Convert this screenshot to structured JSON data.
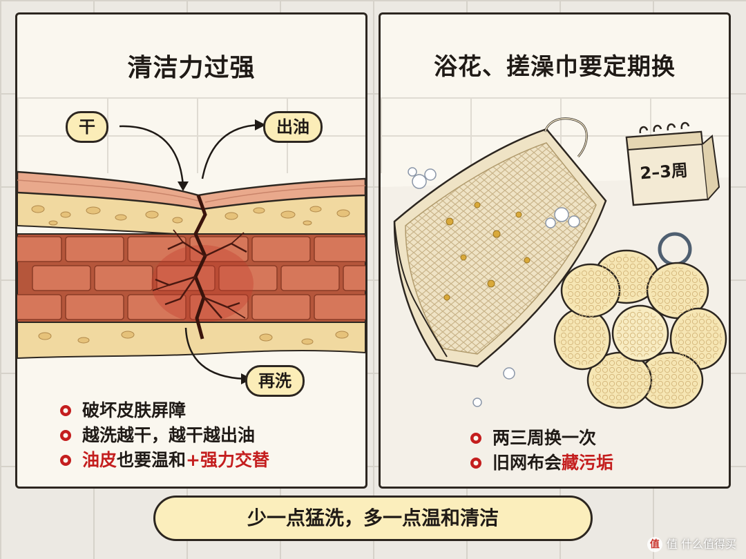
{
  "left_panel": {
    "title": "清洁力过强",
    "labels": {
      "dry": "干",
      "oil": "出油",
      "wash_again": "再洗"
    },
    "bullets": [
      {
        "text": "破坏皮肤屏障"
      },
      {
        "text": "越洗越干，越干越出油"
      },
      {
        "parts": [
          "油皮",
          "也要温和",
          "+强力交替"
        ]
      }
    ]
  },
  "right_panel": {
    "title": "浴花、搓澡巾要定期换",
    "calendar_text": "2–3周",
    "bullets": [
      {
        "text": "两三周换一次"
      },
      {
        "parts": [
          "旧网布会",
          "藏污垢"
        ]
      }
    ]
  },
  "banner": "少一点猛洗，多一点温和清洁",
  "watermark": "值 什么值得买",
  "watermark_badge": "值",
  "colors": {
    "accent_red": "#c41e1e",
    "tag_yellow": "#fbedb8",
    "skin_top": "#e9a98c",
    "brick": "#cf6d4e",
    "fat": "#f1d9a0"
  }
}
